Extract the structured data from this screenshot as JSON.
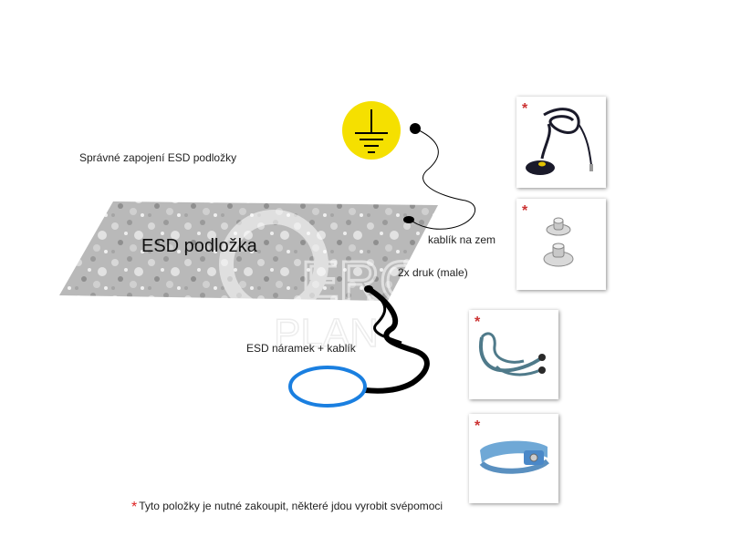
{
  "diagram": {
    "title": "Správné zapojení ESD podložky",
    "mat_label": "ESD podložka",
    "ground_cable_label": "kablík na zem",
    "studs_label": "2x druk (male)",
    "strap_label": "ESD náramek + kablík",
    "watermark": "ERGO PLAN",
    "ground_symbol_color": "#f5e000",
    "strap_ring_color": "#1a7fe0"
  },
  "products": [
    {
      "name": "ground-cord-with-plug",
      "marker": "*"
    },
    {
      "name": "snap-studs-male",
      "marker": "*"
    },
    {
      "name": "coiled-cord",
      "marker": "*"
    },
    {
      "name": "wrist-strap",
      "marker": "*"
    }
  ],
  "footnote": {
    "marker": "*",
    "text": "Tyto položky je nutné zakoupit, některé jdou vyrobit svépomoci"
  }
}
